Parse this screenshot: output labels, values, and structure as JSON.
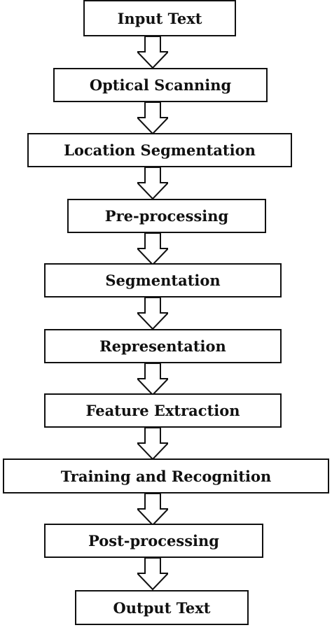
{
  "diagram": {
    "steps": [
      "Input Text",
      "Optical Scanning",
      "Location Segmentation",
      "Pre-processing",
      "Segmentation",
      "Representation",
      "Feature Extraction",
      "Training and Recognition",
      "Post-processing",
      "Output Text"
    ],
    "colors": {
      "stroke": "#111111",
      "fill": "#ffffff"
    }
  }
}
